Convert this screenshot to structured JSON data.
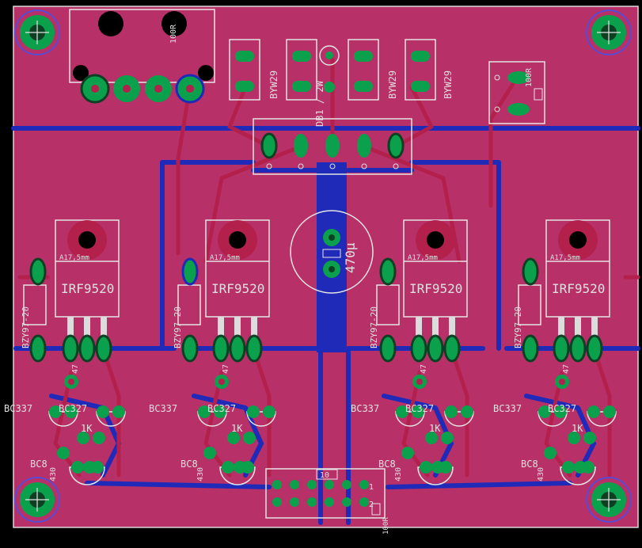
{
  "colors": {
    "background": "#000000",
    "board": "#b83068",
    "top_copper": "#b4204c",
    "bottom_copper": "#1f2ab8",
    "pad": "#0aa04c",
    "drill": "#0d3f22",
    "silk": "#e4e4e4",
    "outline": "#d9d9d9"
  },
  "labels": {
    "diode_1": "BYW29",
    "diode_2": "BYW29",
    "diode_3": "BYW29",
    "bridge": "DB1 / 2W",
    "resistor_top": "100R",
    "resistor_top_right": "100R",
    "cap": "470µ",
    "connector": "10",
    "connector_pin1": "1",
    "connector_pin2": "2",
    "connector_res": "100R",
    "ch1_heatsink": "A17,5mm",
    "ch1_fet": "IRF9520",
    "ch1_zener": "BZY97-20",
    "ch1_r47": "47",
    "ch1_bc337": "BC337",
    "ch1_bc327": "BC327",
    "ch1_r1k": "1K",
    "ch1_bc_low": "BC8",
    "ch1_r430": "430",
    "ch2_heatsink": "A17,5mm",
    "ch2_fet": "IRF9520",
    "ch2_zener": "BZY97-20",
    "ch2_r47": "47",
    "ch2_bc337": "BC337",
    "ch2_bc327": "BC327",
    "ch2_r1k": "1K",
    "ch2_bc_low": "BC8",
    "ch2_r430": "430",
    "ch3_heatsink": "A17,5mm",
    "ch3_fet": "IRF9520",
    "ch3_zener": "BZY97-20",
    "ch3_r47": "47",
    "ch3_bc337": "BC337",
    "ch3_bc327": "BC327",
    "ch3_r1k": "1K",
    "ch3_bc_low": "BC8",
    "ch3_r430": "430",
    "ch4_heatsink": "A17,5mm",
    "ch4_fet": "IRF9520",
    "ch4_zener": "BZY97-20",
    "ch4_r47": "47",
    "ch4_bc337": "BC337",
    "ch4_bc327": "BC327",
    "ch4_r1k": "1K",
    "ch4_bc_low": "BC8",
    "ch4_r430": "430"
  }
}
